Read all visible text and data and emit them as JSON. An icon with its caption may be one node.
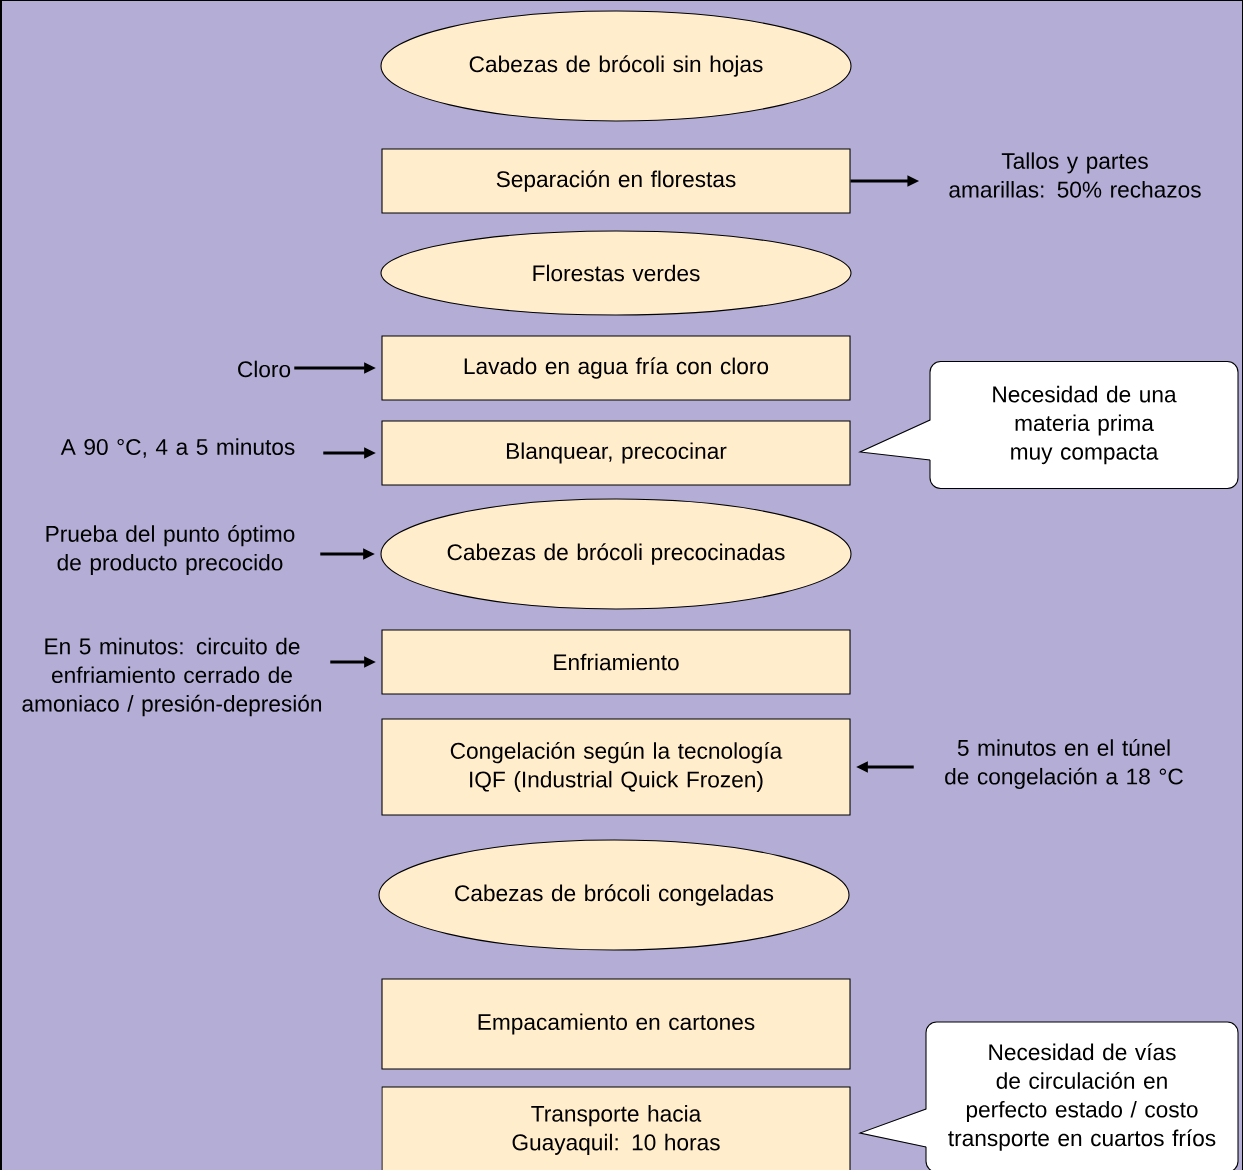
{
  "diagram": {
    "nodes": [
      {
        "text": [
          "Cabezas de brócoli sin hojas"
        ]
      },
      {
        "text": [
          "Separación en florestas"
        ]
      },
      {
        "text": [
          "Tallos y partes amarillas: 50% rechazos"
        ]
      },
      {
        "text": [
          "Florestas verdes"
        ]
      },
      {
        "text": [
          "Cloro"
        ]
      },
      {
        "text": [
          "Lavado en agua fría con cloro"
        ]
      },
      {
        "text": [
          "Necesidad de una materia prima muy compacta"
        ]
      },
      {
        "text": [
          "A 90 °C, 4 a 5 minutos"
        ]
      },
      {
        "text": [
          "Blanquear, precocinar"
        ]
      },
      {
        "text": [
          "Prueba del punto óptimo de producto precocido"
        ]
      },
      {
        "text": [
          "Cabezas de brócoli precocinadas"
        ]
      },
      {
        "text": [
          "En 5 minutos: circuito de enfriamiento cerrado de amoniaco / presión-depresión"
        ]
      },
      {
        "text": [
          "Enfriamiento"
        ]
      },
      {
        "text": [
          "Congelación según la tecnología IQF (Industrial Quick Frozen)"
        ]
      },
      {
        "text": [
          "5 minutos en el túnel de congelación a 18 °C"
        ]
      },
      {
        "text": [
          "Cabezas de brócoli congeladas"
        ]
      },
      {
        "text": [
          "Empacamiento en cartones"
        ]
      },
      {
        "text": [
          "Transporte hacia Guayaquil: 10 horas"
        ]
      },
      {
        "text": [
          "Necesidad de vías de circulación en perfecto estado / costo transporte en cuartos fríos"
        ]
      }
    ],
    "edges": [
      {
        "from": 1,
        "to": 2,
        "arrow": "to"
      },
      {
        "from": 4,
        "to": 5,
        "arrow": "to"
      },
      {
        "from": 7,
        "to": 8,
        "arrow": "to"
      },
      {
        "from": 9,
        "to": 10,
        "arrow": "to"
      },
      {
        "from": 11,
        "to": 12,
        "arrow": "to"
      },
      {
        "from": 14,
        "to": 13,
        "arrow": "to"
      }
    ]
  }
}
